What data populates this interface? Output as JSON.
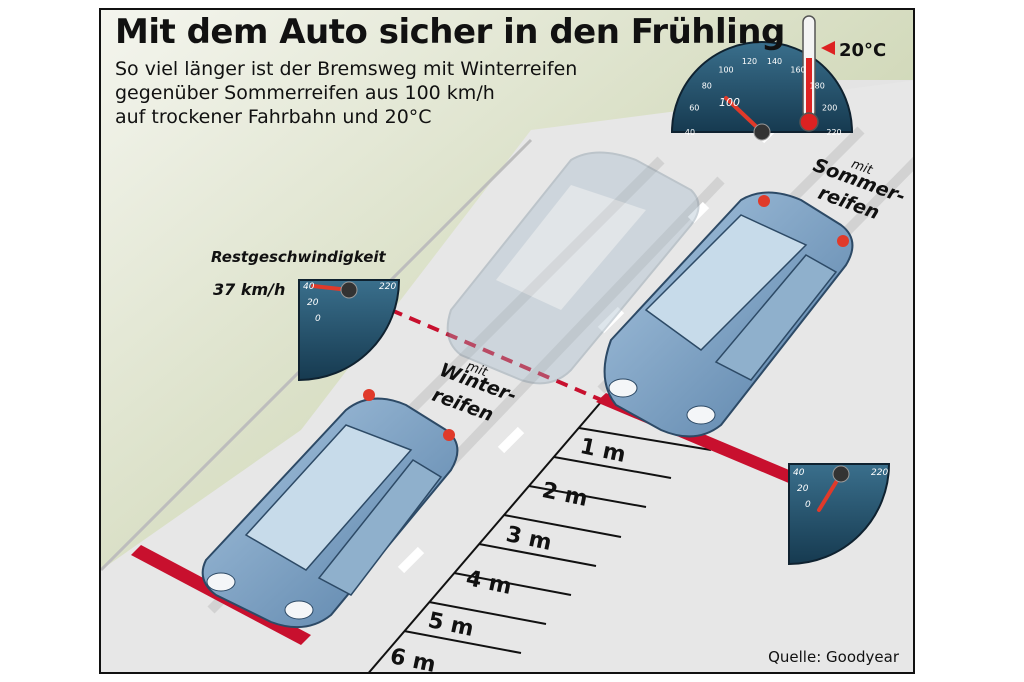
{
  "title": "Mit dem Auto sicher in den Frühling",
  "subtitle_lines": [
    "So viel länger ist der Bremsweg mit Winterreifen",
    "gegenüber Sommerreifen aus 100 km/h",
    "auf trockener Fahrbahn und 20°C"
  ],
  "temperature": "20°C",
  "speedometer_main": {
    "speed": "100",
    "ticks": [
      "40",
      "60",
      "80",
      "100",
      "120",
      "140",
      "160",
      "180",
      "200",
      "220"
    ]
  },
  "residual": {
    "label": "Restgeschwindigkeit",
    "value": "37 km/h",
    "ticks": [
      "40",
      "20",
      "0",
      "220"
    ]
  },
  "gauge_summer": {
    "ticks": [
      "40",
      "20",
      "0",
      "220"
    ]
  },
  "label_winter": {
    "small": "mit",
    "line1": "Winter-",
    "line2": "reifen"
  },
  "label_summer": {
    "small": "mit",
    "line1": "Sommer-",
    "line2": "reifen"
  },
  "distances": [
    "1 m",
    "2 m",
    "3 m",
    "4 m",
    "5 m",
    "6 m"
  ],
  "source": "Quelle: Goodyear",
  "colors": {
    "road": "#e6e6e6",
    "grass": "#c9d3b0",
    "car": "#7aa3c8",
    "car_dark": "#4d7299",
    "stopline": "#c8102e",
    "gauge": "#24506b"
  }
}
